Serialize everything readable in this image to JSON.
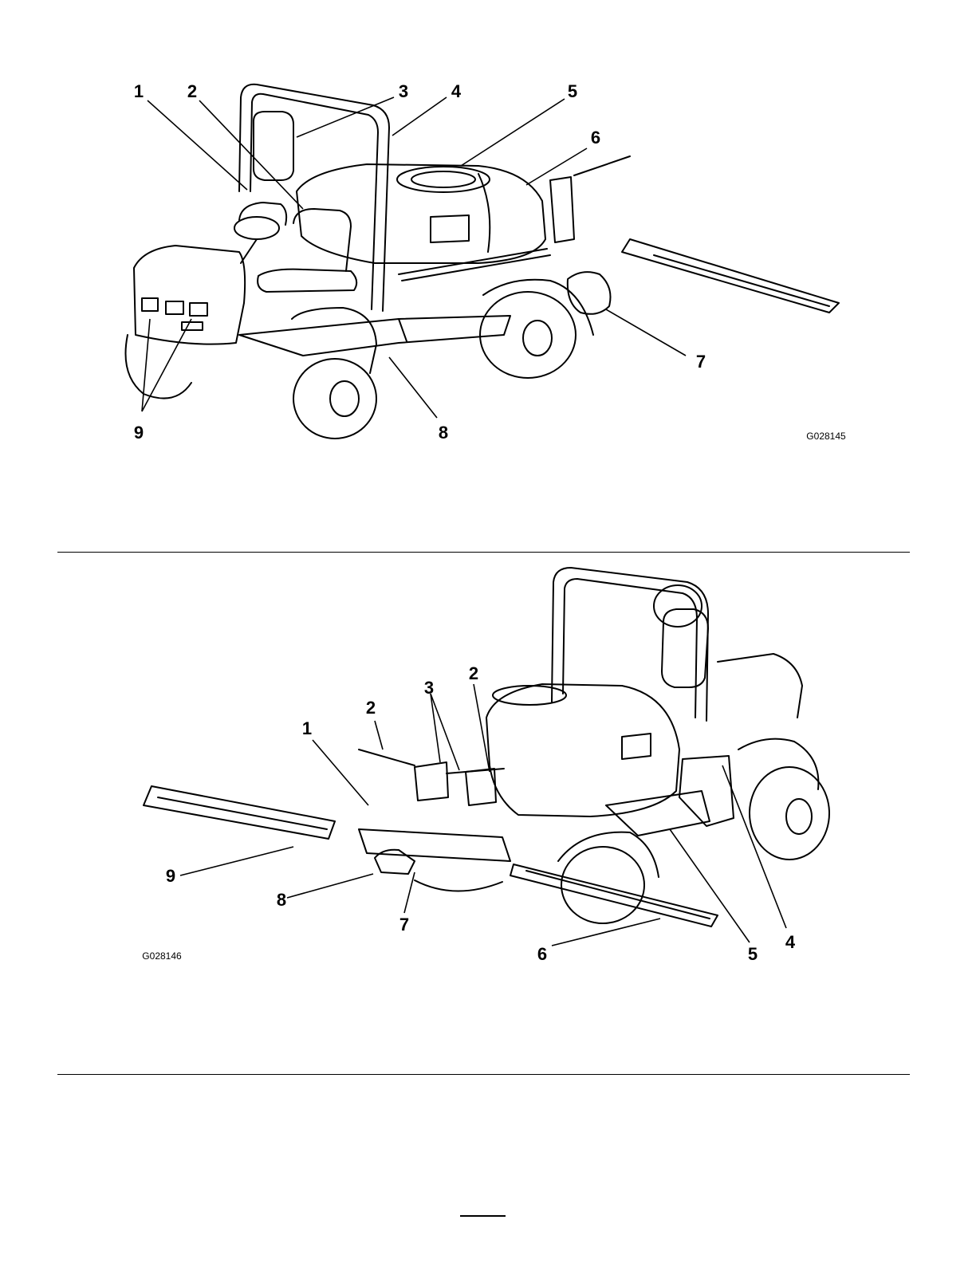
{
  "figures": [
    {
      "id": "G028145",
      "callouts": [
        "1",
        "2",
        "3",
        "4",
        "5",
        "6",
        "7",
        "8",
        "9"
      ]
    },
    {
      "id": "G028146",
      "callouts": [
        "1",
        "2",
        "2",
        "3",
        "4",
        "5",
        "6",
        "7",
        "8",
        "9"
      ]
    }
  ]
}
